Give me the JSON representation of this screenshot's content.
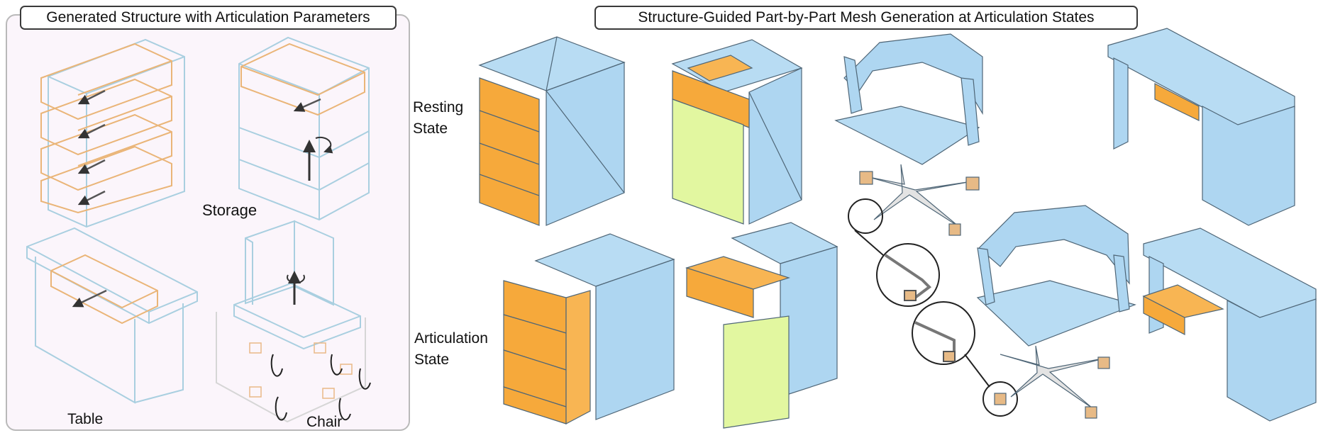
{
  "left_panel": {
    "title": "Generated Structure with Articulation Parameters",
    "labels": {
      "storage": "Storage",
      "table": "Table",
      "chair": "Chair"
    }
  },
  "right_panel": {
    "title": "Structure-Guided Part-by-Part Mesh Generation at Articulation States",
    "rows": {
      "resting_line1": "Resting",
      "resting_line2": "State",
      "articulation_line1": "Articulation",
      "articulation_line2": "State"
    }
  },
  "colors": {
    "panel_bg": "#fbf5fb",
    "wire_blue": "#9fc8dc",
    "wire_orange": "#e9b170",
    "mesh_blue": "#aed6f1",
    "mesh_orange": "#f6a93b",
    "mesh_green": "#e2f7a0",
    "caster": "#e7ba86",
    "leg_gray": "#e3e3e3"
  }
}
